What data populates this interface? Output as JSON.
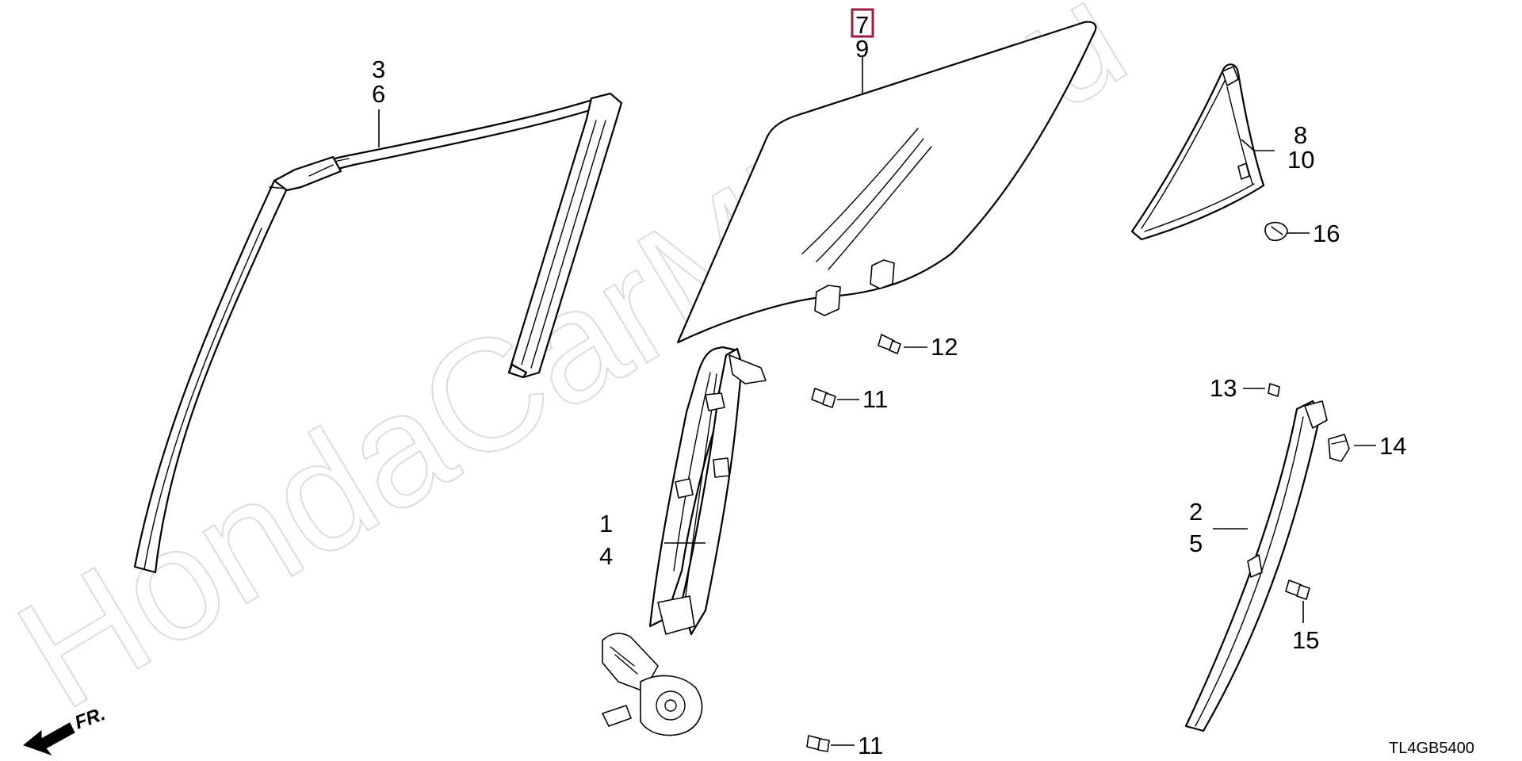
{
  "watermark": "HondaCarMine.ru",
  "diagram_code": "TL4GB5400",
  "direction_label": "FR.",
  "highlight_color": "#9b1b3a",
  "callouts": {
    "c7": "7",
    "c9": "9",
    "c3": "3",
    "c6": "6",
    "c8": "8",
    "c10": "10",
    "c16": "16",
    "c12": "12",
    "c11a": "11",
    "c1": "1",
    "c4": "4",
    "c11b": "11",
    "c13": "13",
    "c14": "14",
    "c2": "2",
    "c5": "5",
    "c15": "15"
  }
}
